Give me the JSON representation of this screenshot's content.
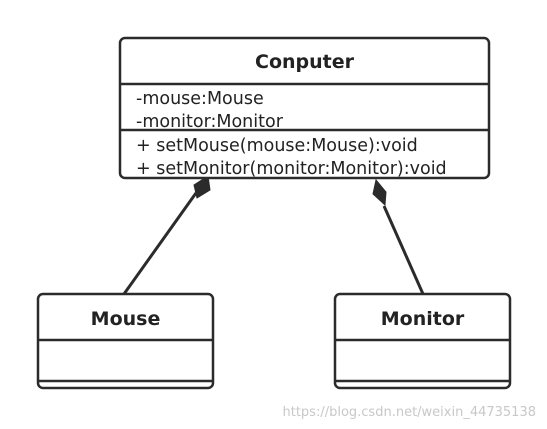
{
  "classes": {
    "computer": {
      "name": "Conputer",
      "attributes": [
        "-mouse:Mouse",
        "-monitor:Monitor"
      ],
      "operations": [
        "+ setMouse(mouse:Mouse):void",
        "+ setMonitor(monitor:Monitor):void"
      ]
    },
    "mouse": {
      "name": "Mouse"
    },
    "monitor": {
      "name": "Monitor"
    }
  },
  "relations": [
    {
      "type": "composition",
      "whole": "Conputer",
      "part": "Mouse"
    },
    {
      "type": "composition",
      "whole": "Conputer",
      "part": "Monitor"
    }
  ],
  "watermark": "https://blog.csdn.net/weixin_44735138",
  "colors": {
    "stroke": "#2b2b2b",
    "text": "#222222",
    "watermark": "#c8c8c8",
    "background": "#ffffff"
  }
}
